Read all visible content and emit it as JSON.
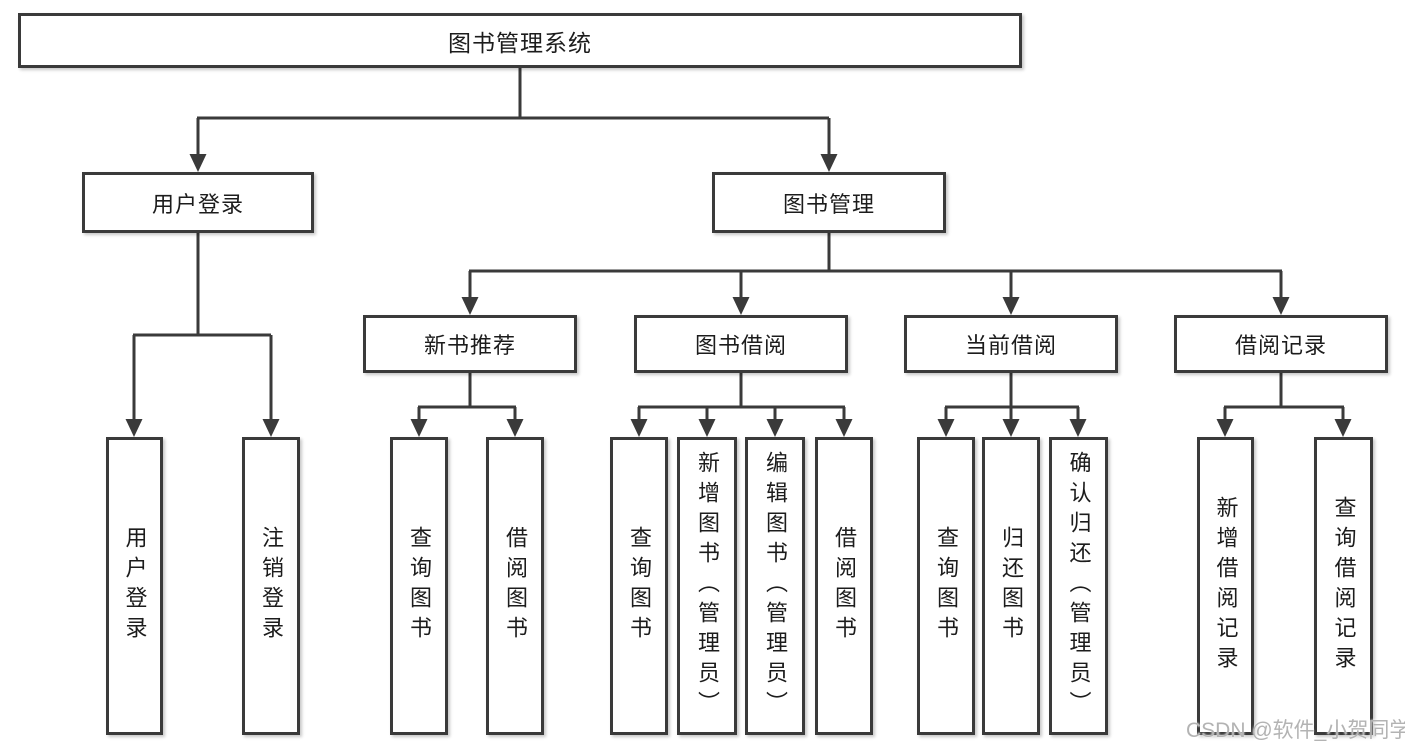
{
  "tree": {
    "label": "图书管理系统",
    "children": [
      {
        "label": "用户登录",
        "children": [
          {
            "label": "用户登录"
          },
          {
            "label": "注销登录"
          }
        ]
      },
      {
        "label": "图书管理",
        "children": [
          {
            "label": "新书推荐",
            "children": [
              {
                "label": "查询图书"
              },
              {
                "label": "借阅图书"
              }
            ]
          },
          {
            "label": "图书借阅",
            "children": [
              {
                "label": "查询图书"
              },
              {
                "label": "新增图书（管理员）"
              },
              {
                "label": "编辑图书（管理员）"
              },
              {
                "label": "借阅图书"
              }
            ]
          },
          {
            "label": "当前借阅",
            "children": [
              {
                "label": "查询图书"
              },
              {
                "label": "归还图书"
              },
              {
                "label": "确认归还（管理员）"
              }
            ]
          },
          {
            "label": "借阅记录",
            "children": [
              {
                "label": "新增借阅记录"
              },
              {
                "label": "查询借阅记录"
              }
            ]
          }
        ]
      }
    ]
  },
  "watermark": {
    "text": "CSDN @软件_小贺同学"
  },
  "colors": {
    "line": "#3a3a3a",
    "box_border": "#3a3a3a",
    "text": "#1c1c1c",
    "watermark": "#b3b3b3",
    "background": "#ffffff"
  }
}
